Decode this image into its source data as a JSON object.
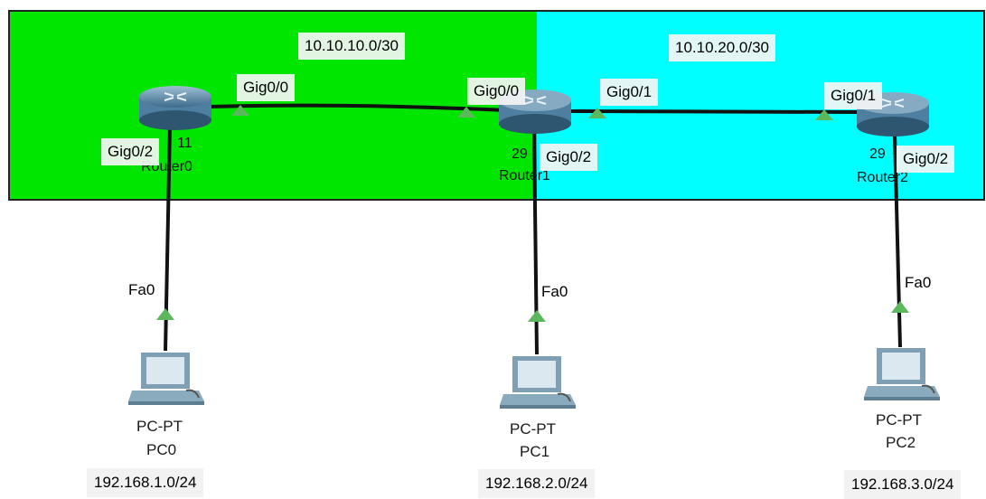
{
  "areas": {
    "left": {
      "color": "#00e600"
    },
    "right": {
      "color": "#00ffff"
    }
  },
  "networks": {
    "wan1": "10.10.10.0/30",
    "wan2": "10.10.20.0/30"
  },
  "routers": [
    {
      "name": "Router0",
      "model_fragment": "11",
      "icon": "router-icon"
    },
    {
      "name": "Router1",
      "model_fragment": "29",
      "icon": "router-icon"
    },
    {
      "name": "Router2",
      "model_fragment": "29",
      "icon": "router-icon"
    }
  ],
  "interfaces": {
    "r0_gig00": "Gig0/0",
    "r0_gig02": "Gig0/2",
    "r1_gig00": "Gig0/0",
    "r1_gig01": "Gig0/1",
    "r1_gig02": "Gig0/2",
    "r2_gig01": "Gig0/1",
    "r2_gig02": "Gig0/2",
    "pc0_fa0": "Fa0",
    "pc1_fa0": "Fa0",
    "pc2_fa0": "Fa0"
  },
  "pcs": [
    {
      "type": "PC-PT",
      "name": "PC0",
      "subnet": "192.168.1.0/24",
      "icon": "pc-icon"
    },
    {
      "type": "PC-PT",
      "name": "PC1",
      "subnet": "192.168.2.0/24",
      "icon": "pc-icon"
    },
    {
      "type": "PC-PT",
      "name": "PC2",
      "subnet": "192.168.3.0/24",
      "icon": "pc-icon"
    }
  ],
  "colors": {
    "link": "#111111",
    "link_up": "#5cb85c"
  }
}
